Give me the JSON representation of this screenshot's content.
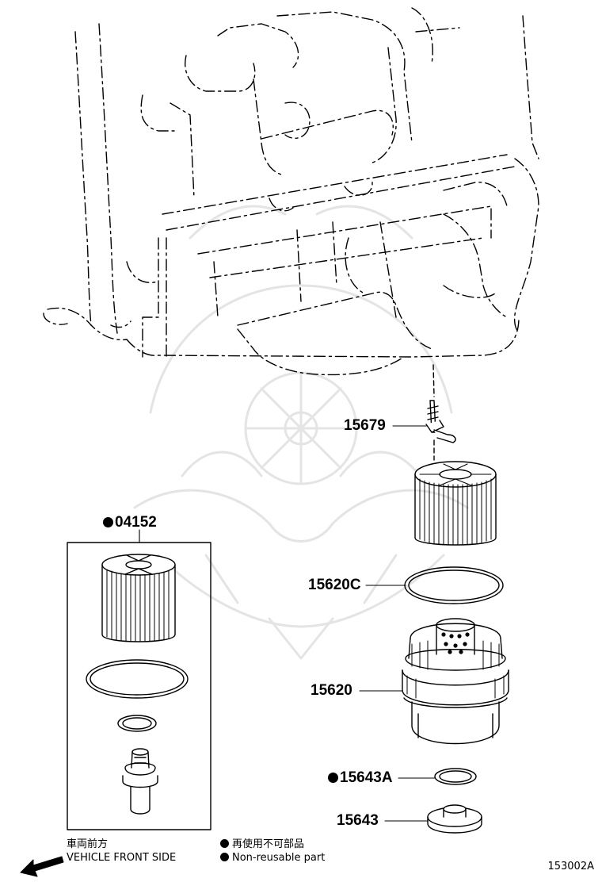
{
  "parts": {
    "union_bolt": "15679",
    "kit": "04152",
    "o_ring": "15620C",
    "cap": "15620",
    "gasket": "15643A",
    "drain_plug": "15643"
  },
  "legend": {
    "front_jp": "車両前方",
    "front_en": "VEHICLE FRONT SIDE",
    "nonreusable_jp": "再使用不可部品",
    "nonreusable_en": "Non-reusable part"
  },
  "figure_id": "153002A",
  "colors": {
    "ink": "#000000",
    "background": "#ffffff",
    "watermark": "#e6e6e6"
  }
}
